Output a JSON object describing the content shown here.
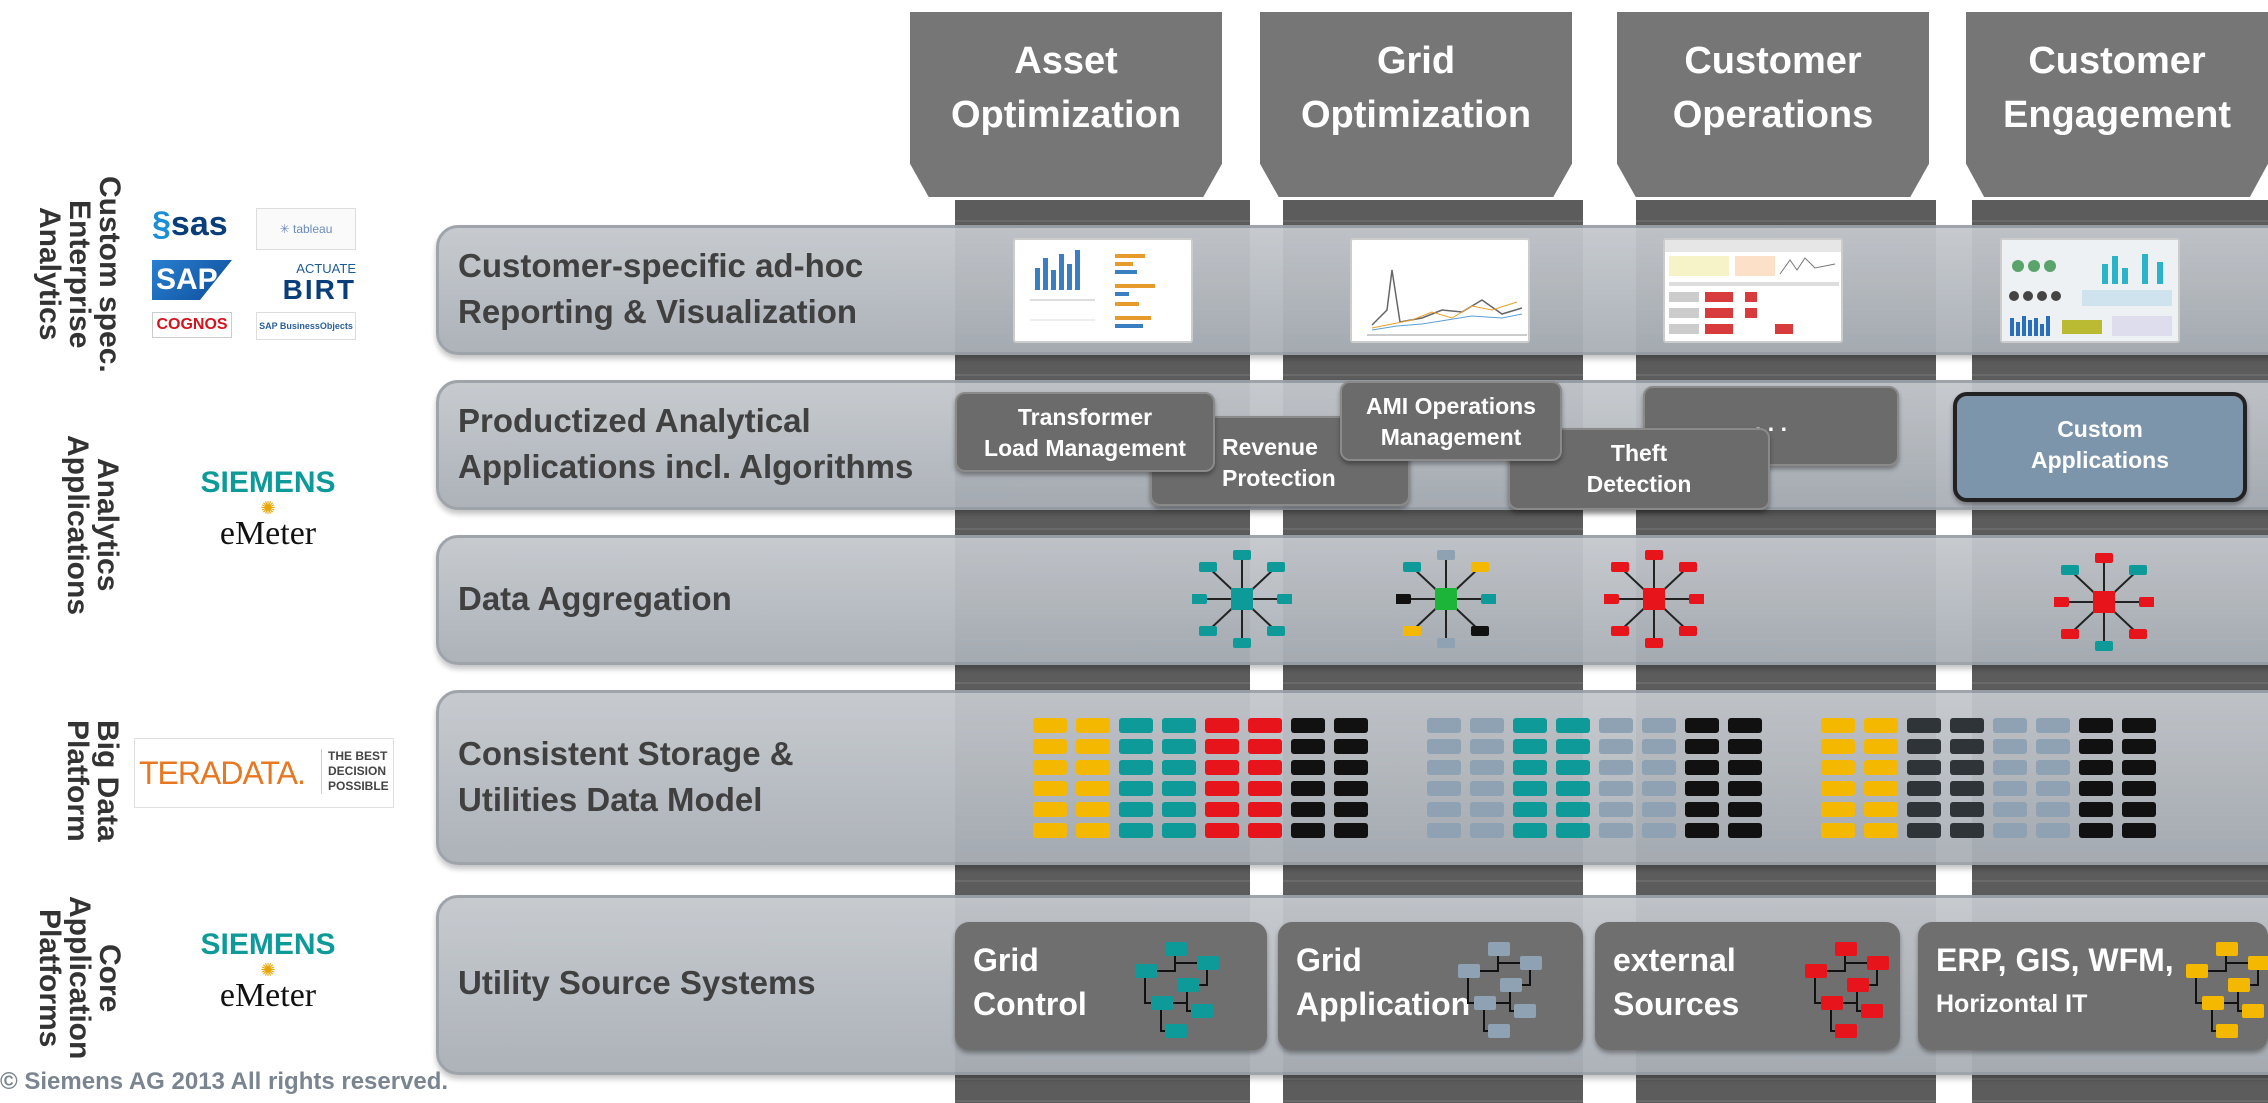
{
  "columns": [
    {
      "line1": "Asset",
      "line2": "Optimization"
    },
    {
      "line1": "Grid",
      "line2": "Optimization"
    },
    {
      "line1": "Customer",
      "line2": "Operations"
    },
    {
      "line1": "Customer",
      "line2": "Engagement"
    }
  ],
  "layers": [
    {
      "line1": "Customer-specific ad-hoc",
      "line2": "Reporting & Visualization"
    },
    {
      "line1": "Productized Analytical",
      "line2": "Applications incl. Algorithms"
    },
    {
      "line1": "Data Aggregation",
      "line2": ""
    },
    {
      "line1": "Consistent Storage &",
      "line2": "Utilities Data Model"
    },
    {
      "line1": "Utility Source Systems",
      "line2": ""
    }
  ],
  "left_labels": [
    {
      "lines": [
        "Custom spec.",
        "Enterprise",
        "Analytics"
      ]
    },
    {
      "lines": [
        "Analytics",
        "Applications"
      ]
    },
    {
      "lines": [
        "Big Data",
        "Platform"
      ]
    },
    {
      "lines": [
        "Core",
        "Application",
        "Platforms"
      ]
    }
  ],
  "logos": {
    "sas": "sas",
    "tableau": "tableau",
    "sap": "SAP",
    "actuate": "ACTUATE",
    "birt": "BIRT",
    "cognos": "COGNOS",
    "sap_bo": "SAP BusinessObjects",
    "siemens": "SIEMENS",
    "emeter": "eMeter",
    "teradata": "TERADATA.",
    "teradata_tag": "THE BEST DECISION POSSIBLE"
  },
  "apps": {
    "transformer": [
      "Transformer",
      "Load Management"
    ],
    "revenue": [
      "Revenue",
      "Protection"
    ],
    "ami": [
      "AMI Operations",
      "Management"
    ],
    "theft": [
      "Theft",
      "Detection"
    ],
    "dots": ". . .",
    "custom": [
      "Custom",
      "Applications"
    ]
  },
  "sources": [
    {
      "line1": "Grid",
      "line2": "Control"
    },
    {
      "line1": "Grid",
      "line2": "Application"
    },
    {
      "line1": "external",
      "line2": "Sources"
    },
    {
      "line1": "ERP, GIS, WFM,",
      "line2": "Horizontal IT"
    }
  ],
  "colors": {
    "yellow": "#f5b800",
    "teal": "#0f9a9a",
    "red": "#e8141b",
    "black": "#111111",
    "gray": "#8ea2b3",
    "dark": "#2f3438",
    "green": "#1db43a"
  },
  "copyright": "© Siemens AG 2013 All rights reserved."
}
